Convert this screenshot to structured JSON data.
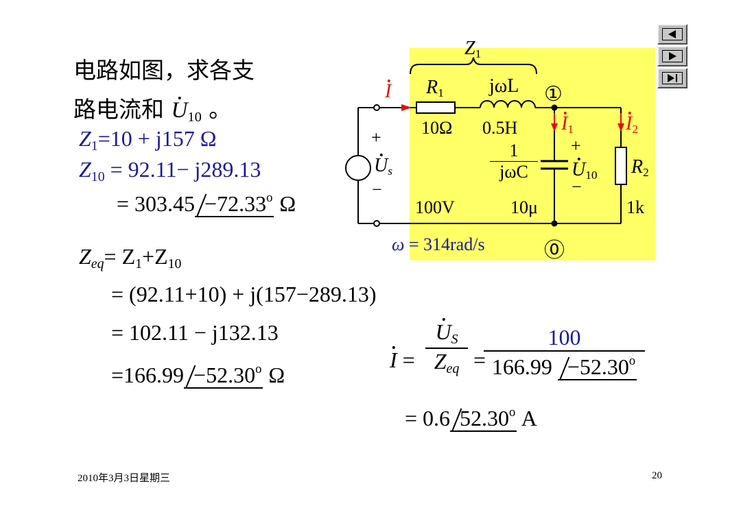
{
  "problem": {
    "line1": "电路如图，求各支",
    "line2_prefix": "路电流和 ",
    "line2_var": "U",
    "line2_sub": "10",
    "line2_suffix": " 。"
  },
  "z1_eq": {
    "lhs": "Z",
    "lhs_sub": "1",
    "rhs": "=10 + j157  Ω"
  },
  "z10_eq": {
    "lhs": "Z",
    "lhs_sub": "10",
    "rhs": " = 92.11− j289.13"
  },
  "z10_polar": {
    "prefix": "= 303.45",
    "angle": "−72.33",
    "deg": "o",
    "unit": " Ω"
  },
  "zeq": {
    "lhs": "Z",
    "lhs_sub": "eq",
    "eq": "= Z",
    "z1_sub": "1",
    "plus": "+Z",
    "z10_sub": "10",
    "step1": "= (92.11+10) + j(157−289.13)",
    "step2": "= 102.11 − j132.13",
    "step3_prefix": "=166.99",
    "step3_angle": "−52.30",
    "step3_deg": "o",
    "step3_unit": "  Ω"
  },
  "current": {
    "lhs": "I",
    "eq": "=",
    "num": "U",
    "num_sub": "S",
    "den": "Z",
    "den_sub": "eq",
    "eq2": "=",
    "num_val": "100",
    "den_val_prefix": "166.99",
    "den_angle": "−52.30",
    "den_deg": "o",
    "result_prefix": "= 0.6",
    "result_angle": "52.30",
    "result_deg": "o",
    "result_unit": " A"
  },
  "circuit": {
    "bg_color": "#ffff66",
    "z1_label": "Z",
    "z1_sub": "1",
    "i_label": "I",
    "r1_label": "R",
    "r1_sub": "1",
    "r1_value": "10Ω",
    "l_label": "jωL",
    "l_value": "0.5H",
    "node1": "①",
    "node0": "⓪",
    "i1_label": "I",
    "i1_sub": "1",
    "i2_label": "I",
    "i2_sub": "2",
    "plus": "+",
    "minus": "−",
    "us_label": "U",
    "us_sub": "s",
    "us_value": "100V",
    "c_num": "1",
    "c_den": "jωC",
    "c_value": "10μ",
    "u10_label": "U",
    "u10_sub": "10",
    "r2_label": "R",
    "r2_sub": "2",
    "r2_value": "1k",
    "omega": "ω",
    "omega_value": " = 314rad/s"
  },
  "nav": {
    "prev": "◀",
    "next": "▶",
    "last": "▶|"
  },
  "footer": {
    "date": "2010年3月3日星期三",
    "page": "20"
  }
}
